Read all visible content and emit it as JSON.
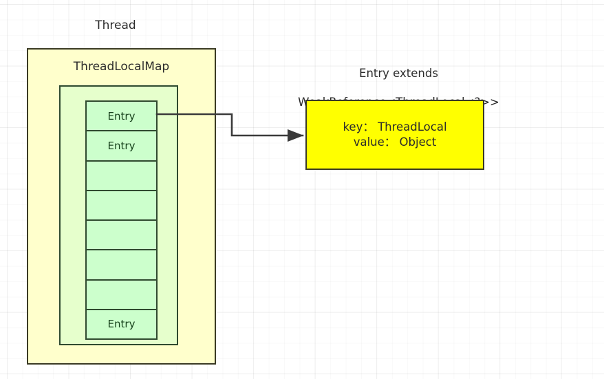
{
  "diagram": {
    "title_thread": "Thread",
    "title_map": "ThreadLocalMap",
    "weakref_note_line1": "Entry extends",
    "weakref_note_line2": "WeakReference<ThreadLocal<?>>",
    "entry_object": {
      "key_line": "key： ThreadLocal",
      "value_line": "value： Object"
    },
    "entry_cells": [
      {
        "label": "Entry"
      },
      {
        "label": "Entry"
      },
      {
        "label": ""
      },
      {
        "label": ""
      },
      {
        "label": ""
      },
      {
        "label": ""
      },
      {
        "label": ""
      },
      {
        "label": "Entry"
      }
    ],
    "colors": {
      "thread_fill": "#FFFFCC",
      "map_fill": "#E6FFCC",
      "entry_cell_fill": "#CCFFCC",
      "entry_object_fill": "#FFFF00",
      "stroke_dark": "#3A3A24",
      "stroke_green": "#2F4A2F",
      "text": "#2B2B2B",
      "grid": "#ECECEC",
      "background": "#FFFFFF"
    }
  }
}
